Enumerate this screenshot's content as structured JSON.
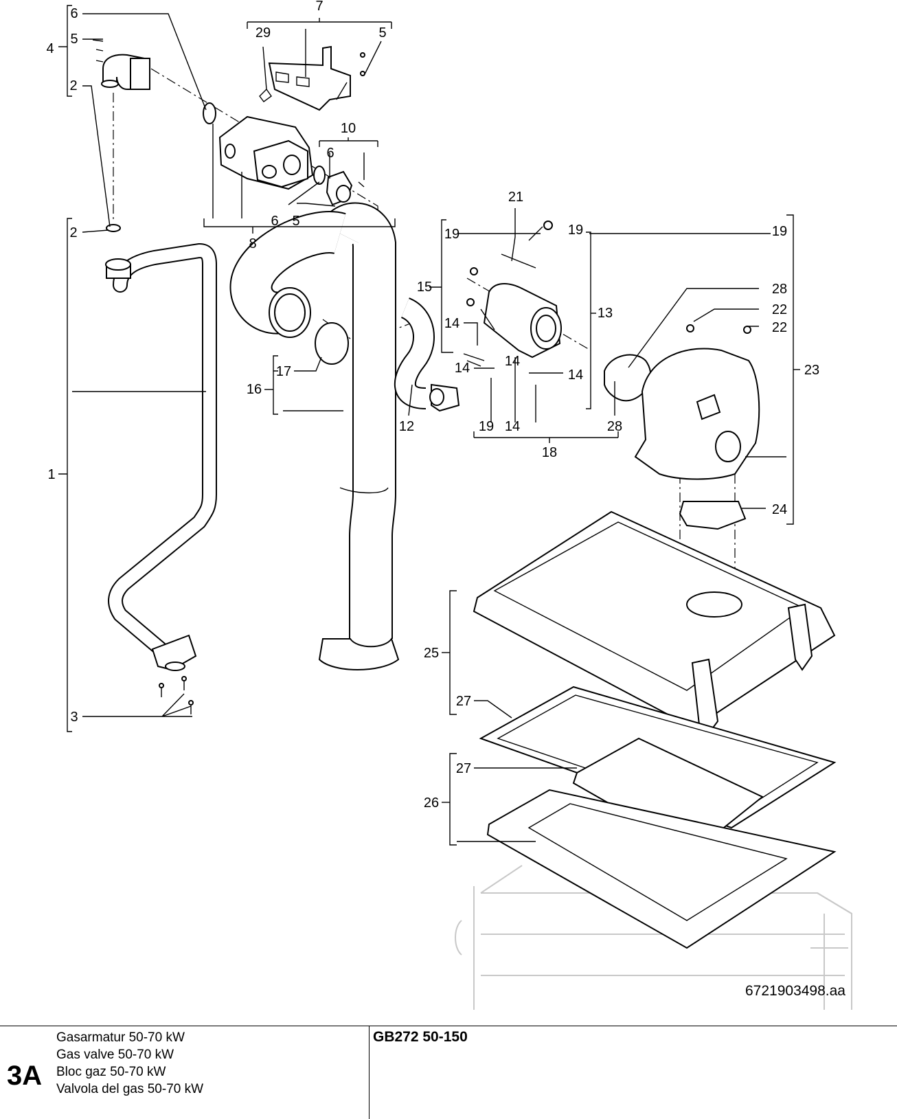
{
  "drawing_number": "6721903498.aa",
  "callouts": [
    "1",
    "2",
    "2",
    "3",
    "4",
    "5",
    "5",
    "5",
    "6",
    "6",
    "6",
    "7",
    "8",
    "10",
    "12",
    "13",
    "14",
    "14",
    "14",
    "14",
    "14",
    "15",
    "16",
    "17",
    "18",
    "19",
    "19",
    "19",
    "19",
    "21",
    "22",
    "22",
    "23",
    "24",
    "25",
    "26",
    "27",
    "27",
    "28",
    "28",
    "29"
  ],
  "footer": {
    "code": "3A",
    "descriptions": [
      "Gasarmatur 50-70 kW",
      "Gas valve 50-70 kW",
      "Bloc gaz 50-70 kW",
      "Valvola del gas 50-70 kW"
    ],
    "model": "GB272 50-150"
  }
}
